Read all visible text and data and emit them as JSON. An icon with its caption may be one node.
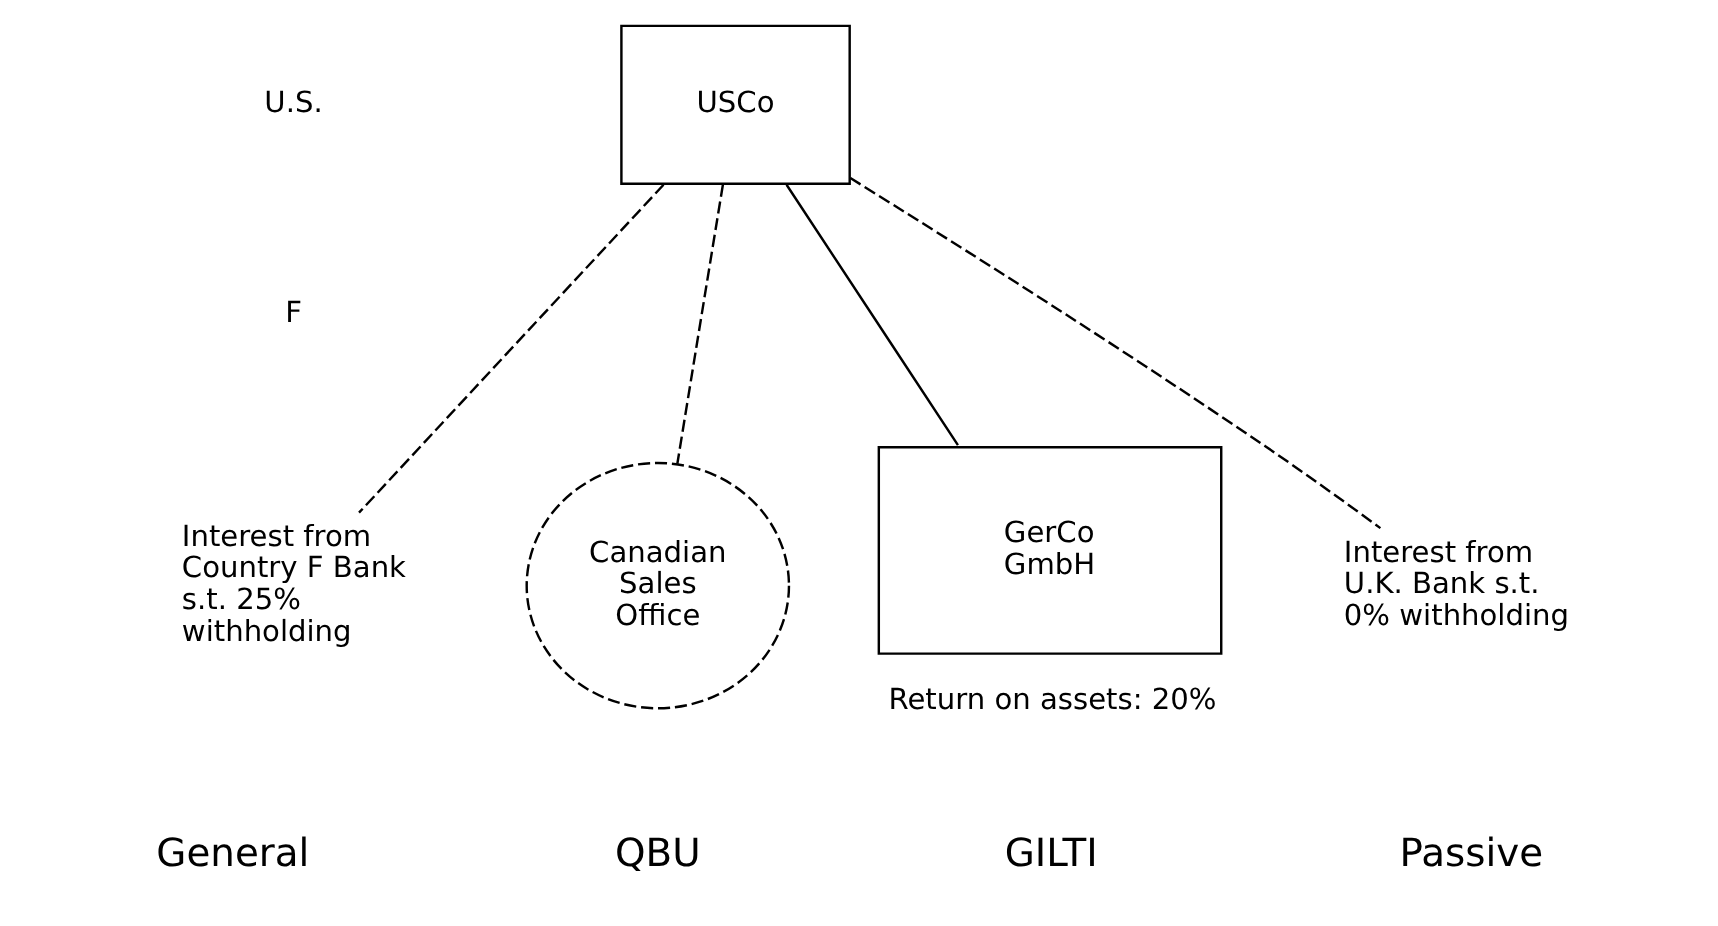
{
  "diagram": {
    "nodes": [
      {
        "text": [
          "USCo"
        ]
      },
      {
        "text": [
          "Interest from Country F Bank s.t. 25% withholding"
        ]
      },
      {
        "text": [
          "Canadian Sales Office"
        ]
      },
      {
        "text": [
          "GerCo GmbH"
        ],
        "beside": [
          "Return on assets: 20%"
        ]
      },
      {
        "text": [
          "Interest from U.K. Bank s.t. 0% withholding"
        ]
      }
    ],
    "edges": [
      {
        "from": 0,
        "to": 1,
        "arrow": "none",
        "style": "dashed"
      },
      {
        "from": 0,
        "to": 2,
        "arrow": "none",
        "style": "dashed"
      },
      {
        "from": 0,
        "to": 3,
        "arrow": "none"
      },
      {
        "from": 0,
        "to": 4,
        "arrow": "none",
        "style": "dashed"
      }
    ],
    "labels": [
      "U.S.",
      "F",
      "General",
      "QBU",
      "GILTI",
      "Passive"
    ]
  }
}
